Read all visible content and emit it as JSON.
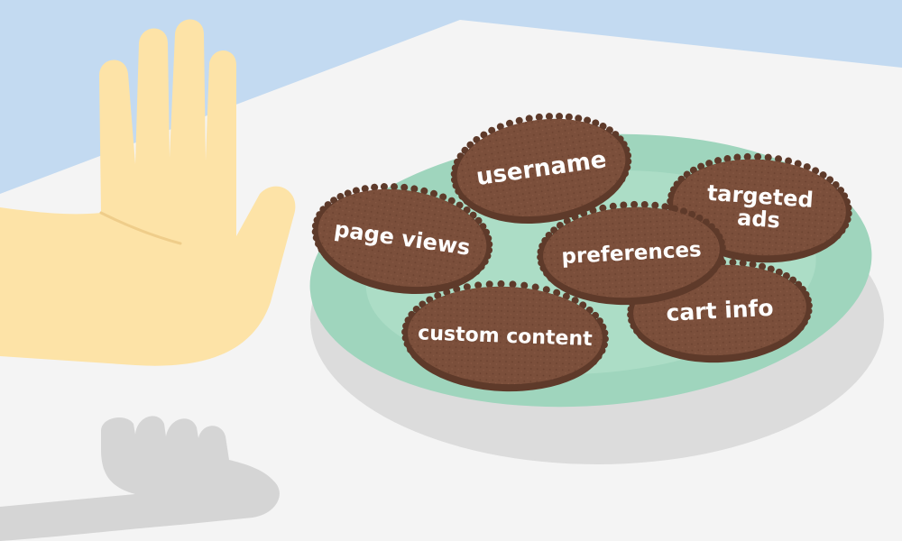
{
  "colors": {
    "sky": "#c3daf1",
    "table": "#f4f4f4",
    "plate_rim": "#9fd5bd",
    "plate_center": "#aedec8",
    "plate_shadow": "#dcdcdc",
    "cookie": "#7b4f3b",
    "cookie_edge": "#5e3a2a",
    "hand": "#fde3a7",
    "hand_shadow": "#d5d5d5",
    "label": "#ffffff"
  },
  "cookies": [
    {
      "id": "username",
      "lines": [
        "username"
      ]
    },
    {
      "id": "page-views",
      "lines": [
        "page views"
      ]
    },
    {
      "id": "targeted-ads",
      "lines": [
        "targeted",
        "ads"
      ]
    },
    {
      "id": "preferences",
      "lines": [
        "preferences"
      ]
    },
    {
      "id": "cart-info",
      "lines": [
        "cart info"
      ]
    },
    {
      "id": "custom-content",
      "lines": [
        "custom content"
      ]
    }
  ]
}
